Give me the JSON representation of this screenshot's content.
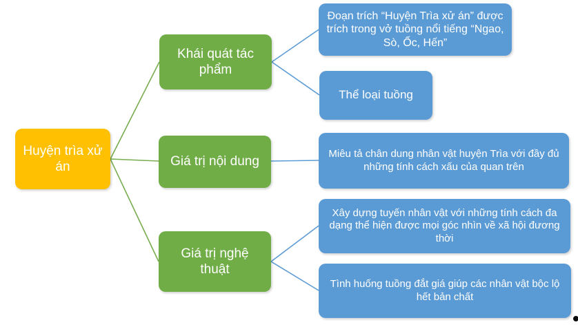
{
  "diagram": {
    "title_hint": "Mind map about the play excerpt Huyện Trìa xử án",
    "root": {
      "label": "Huyện trìa xử án"
    },
    "branches": [
      {
        "label": "Khái quát tác phẩm",
        "children": [
          {
            "label": "Đoạn trích “Huyện Trìa xử án” được trích trong vở tuồng nổi tiếng “Ngao, Sò, Ốc, Hến”"
          },
          {
            "label": "Thể loại tuồng"
          }
        ]
      },
      {
        "label": "Giá trị nội dung",
        "children": [
          {
            "label": "Miêu tả chân dung nhân vật huyện Trìa với đầy đủ những tính cách xấu của quan trên"
          }
        ]
      },
      {
        "label": "Giá trị nghệ thuật",
        "children": [
          {
            "label": "Xây dựng tuyến nhân vật với những tính cách đa dạng thể hiện được mọi góc nhìn về xã hội đương thời"
          },
          {
            "label": "Tình huống tuồng đắt giá giúp các nhân vật bộc lộ hết bản chất"
          }
        ]
      }
    ],
    "colors": {
      "root_fill": "#FEC000",
      "branch_fill": "#70AD47",
      "leaf_fill": "#5B9BD5",
      "green_connector": "#77AC4F",
      "blue_connector": "#5B9BD5",
      "text": "#FFFFFF",
      "background": "#FFFFFF"
    }
  }
}
